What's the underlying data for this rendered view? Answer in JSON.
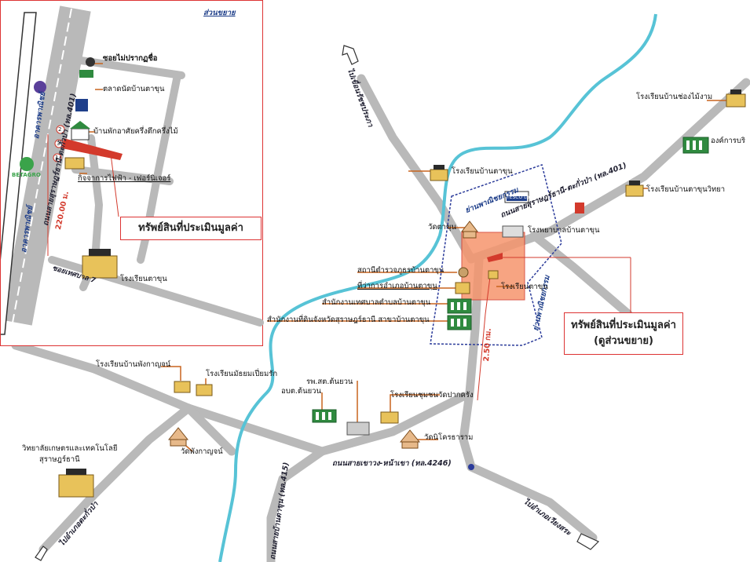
{
  "inset": {
    "title": "ส่วนขยาย",
    "soi_top": "ซอยไม่ปรากฏชื่อ",
    "market": "ตลาดนัดบ้านตาขุน",
    "lodging": "บ้านพักอาศัยครึ่งตึกครึ่งไม้",
    "electric": "กิจจาการไฟฟ้า - เฟอร์นิเจอร์",
    "property": "ทรัพย์สินที่ประเมินมูลค่า",
    "school": "โรงเรียนตาขุน",
    "soi_bottom": "ซอยเทศบาล 7",
    "distance": "220.00 ม.",
    "road": "ถนนสายสุราษฎร์ธานี-ตะกั่วป่า (ทล.401)",
    "building1": "อาคารพาณิชย์",
    "building2": "อาคารพาณิชย์",
    "betagro": "BETAGRO",
    "marker1": "1",
    "marker2": "2",
    "marker3": "3"
  },
  "main": {
    "road_north": "ไปเขื่อนรัชชประภา",
    "road_401": "ถนนสายสุราษฎร์ธานี-ตะกั่วป่า (ทล.401)",
    "road_4246": "ถนนสายเขาวง-หน้าเขา (ทล.4246)",
    "road_415": "ถนนสายบ้านตาขุน (ทล.415)",
    "to_takuapa": "ไปอำเภอตะกั่วป่า",
    "to_wiangsa": "ไปอำเภอเวียงสระ",
    "commerce_zone1": "ย่านพาณิชยกรรม",
    "commerce_zone2": "ย่านพาณิชยกรรม",
    "school_chongmaingam": "โรงเรียนบ้านช่องไม้งาม",
    "obt": "องค์การบริ",
    "school_bantakhun": "โรงเรียนบ้านตาขุน",
    "school_takhunwittaya": "โรงเรียนบ้านตาขุนวิทยา",
    "tesco": "TESCO Lotus",
    "wat_takhun": "วัดตาขุน",
    "hospital": "โรงพยาบาลบ้านตาขุน",
    "police": "สถานีตำรวจภูธรบ้านตาขุน",
    "district_office": "ที่ว่าการอำเภอบ้านตาขุน",
    "municipal_office": "สำนักงานเทศบาลตำบลบ้านตาขุน",
    "land_office": "สำนักงานที่ดินจังหวัดสุราษฎร์ธานี สาขาบ้านตาขุน",
    "school_takhun": "โรงเรียนตาขุน",
    "property_line1": "ทรัพย์สินที่ประเมินมูลค่า",
    "property_line2": "(ดูส่วนขยาย)",
    "distance": "2.50 กม.",
    "school_phangkan": "โรงเรียนบ้านพังกาญจน์",
    "school_secondary": "โรงเรียนมัธยมเปี่ยมรัก",
    "health_station": "รพ.สต.ต้นยวน",
    "sao": "อบต.ต้นยวน",
    "school_pakkrang": "โรงเรียนชุมชนวัดปากครัง",
    "wat_phangkan": "วัดพังกาญจน์",
    "wat_nikhom": "วัดนิโครธาราม",
    "college_line1": "วิทยาลัยเกษตรและเทคโนโลยี",
    "college_line2": "สุราษฎร์ธานี"
  },
  "colors": {
    "road": "#b7b7b7",
    "river": "#57c3d6",
    "red": "#d33a2c",
    "property_fill": "#f6956d",
    "zone_border": "#2b3b9a",
    "school_green": "#2f8a3f"
  }
}
